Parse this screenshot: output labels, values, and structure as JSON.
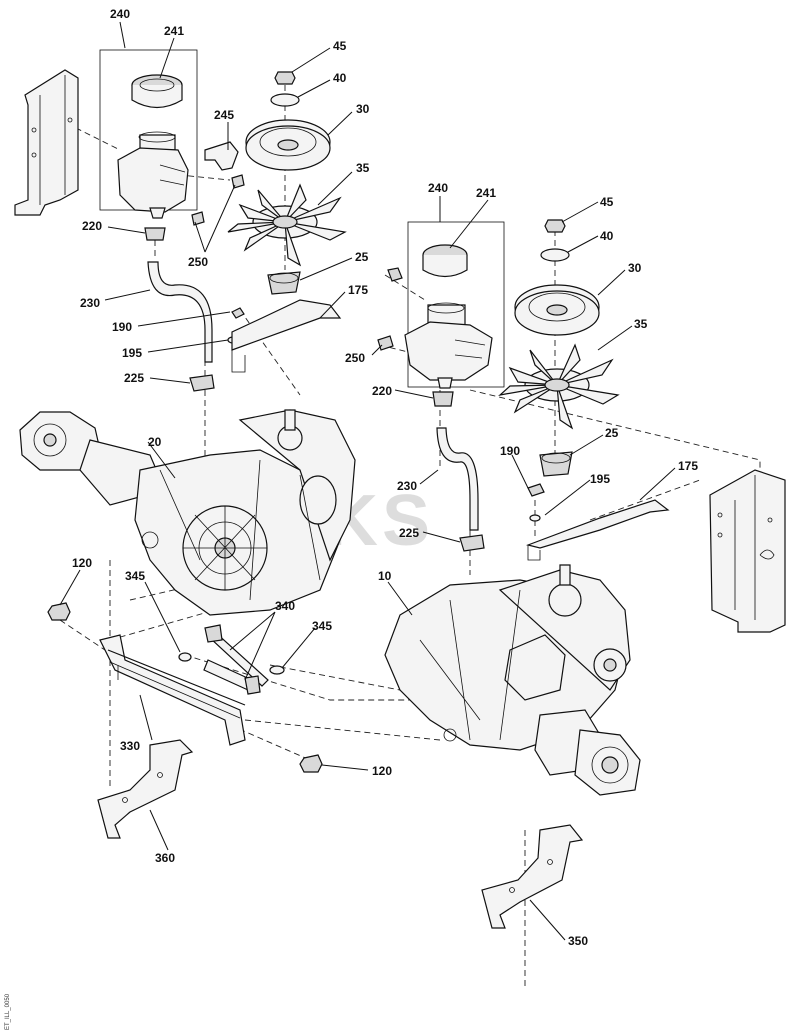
{
  "watermark": "JACKS",
  "drawing_code": "ET_ILL_0050",
  "labels": {
    "l240a": "240",
    "l241a": "241",
    "l45a": "45",
    "l40a": "40",
    "l245": "245",
    "l30a": "30",
    "l35a": "35",
    "l220a": "220",
    "l250a": "250",
    "l25a": "25",
    "l175a": "175",
    "l230a": "230",
    "l190a": "190",
    "l195a": "195",
    "l225a": "225",
    "l20": "20",
    "l240b": "240",
    "l241b": "241",
    "l45b": "45",
    "l40b": "40",
    "l30b": "30",
    "l35b": "35",
    "l250b": "250",
    "l220b": "220",
    "l25b": "25",
    "l190b": "190",
    "l175b": "175",
    "l195b": "195",
    "l230b": "230",
    "l225b": "225",
    "l120a": "120",
    "l345a": "345",
    "l340": "340",
    "l345b": "345",
    "l10": "10",
    "l330": "330",
    "l120b": "120",
    "l360": "360",
    "l350": "350"
  }
}
